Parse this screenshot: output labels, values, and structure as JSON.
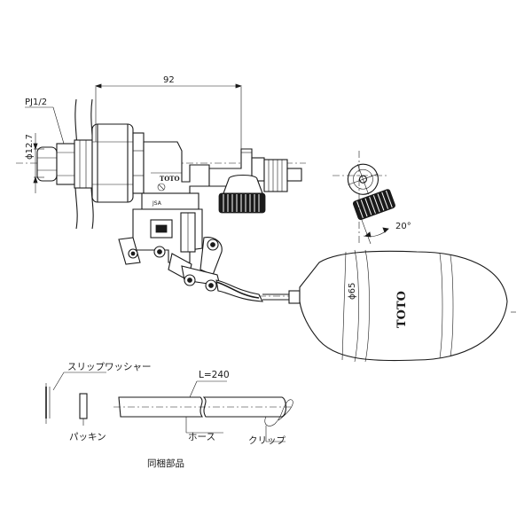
{
  "dimensions": {
    "width_92": "92",
    "pipe_thread": "PJ1/2",
    "pipe_dia": "ϕ12.7",
    "angle": "20°",
    "float_dia": "ϕ65",
    "hose_length": "L=240"
  },
  "brand": {
    "body_mark": "TOTO",
    "float_mark": "TOTO",
    "cert_mark": "JSA"
  },
  "parts": {
    "slip_washer": "スリップワッシャー",
    "packing": "パッキン",
    "hose": "ホース",
    "clip": "クリップ"
  },
  "section_title": "同梱部品"
}
